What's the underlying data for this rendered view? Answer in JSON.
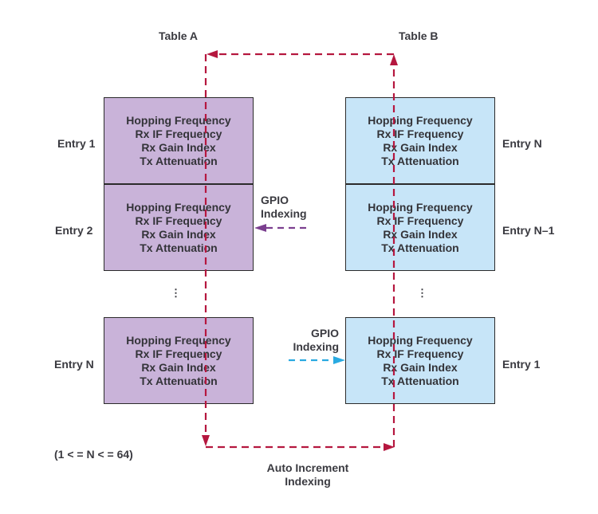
{
  "tables": {
    "a": {
      "title": "Table A",
      "entries": [
        {
          "label": "Entry 1",
          "fields": [
            "Hopping Frequency",
            "Rx IF Frequency",
            "Rx Gain Index",
            "Tx Attenuation"
          ]
        },
        {
          "label": "Entry 2",
          "fields": [
            "Hopping Frequency",
            "Rx IF Frequency",
            "Rx Gain Index",
            "Tx Attenuation"
          ]
        },
        {
          "label": "Entry N",
          "fields": [
            "Hopping Frequency",
            "Rx IF Frequency",
            "Rx Gain Index",
            "Tx Attenuation"
          ]
        }
      ],
      "ellipsis": "⋮"
    },
    "b": {
      "title": "Table B",
      "entries": [
        {
          "label": "Entry N",
          "fields": [
            "Hopping Frequency",
            "Rx IF Frequency",
            "Rx Gain Index",
            "Tx Attenuation"
          ]
        },
        {
          "label": "Entry N–1",
          "fields": [
            "Hopping Frequency",
            "Rx IF Frequency",
            "Rx Gain Index",
            "Tx Attenuation"
          ]
        },
        {
          "label": "Entry 1",
          "fields": [
            "Hopping Frequency",
            "Rx IF Frequency",
            "Rx Gain Index",
            "Tx Attenuation"
          ]
        }
      ],
      "ellipsis": "⋮"
    }
  },
  "annotations": {
    "gpio_a": [
      "GPIO",
      "Indexing"
    ],
    "gpio_b": [
      "GPIO",
      "Indexing"
    ],
    "auto_increment": [
      "Auto Increment",
      "Indexing"
    ],
    "range_note": "(1 < = N < = 64)"
  },
  "colors": {
    "table_a_fill": "#c9b3d9",
    "table_b_fill": "#c7e5f8",
    "loop_arrow": "#b5173f",
    "gpio_a_arrow": "#7b3f8f",
    "gpio_b_arrow": "#29aae1"
  }
}
